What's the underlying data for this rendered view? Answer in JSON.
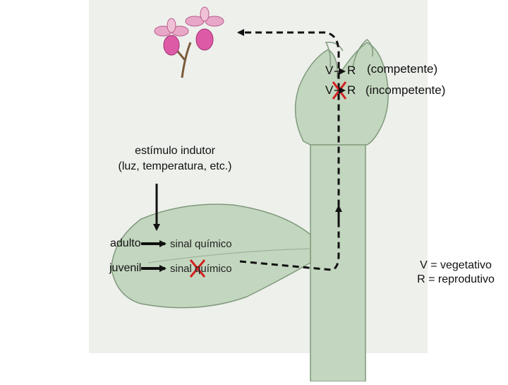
{
  "stimulus": {
    "line1": "estímulo indutor",
    "line2": "(luz, temperatura, etc.)"
  },
  "stages": {
    "adult": "adulto",
    "juvenile": "juvenil"
  },
  "signals": {
    "adult": "sinal químico",
    "juvenile": "sinal químico"
  },
  "transitions": {
    "competent_from": "V",
    "competent_to": "R",
    "competent_label": "(competente)",
    "incompetent_from": "V",
    "incompetent_to": "R",
    "incompetent_label": "(incompetente)"
  },
  "legend": {
    "line1": "V = vegetativo",
    "line2": "R = reprodutivo"
  },
  "colors": {
    "plant_fill": "#c3d6bf",
    "plant_edge": "#7f9a7c",
    "background_panel": "#eef0ec",
    "flower_pink": "#dd5aa6",
    "cross_red": "#d42020",
    "arrow": "#111111"
  }
}
